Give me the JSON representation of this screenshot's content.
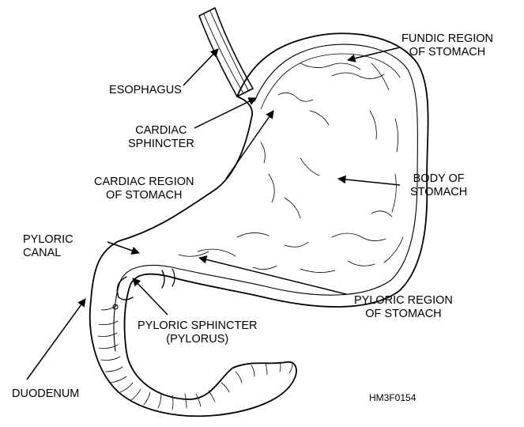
{
  "labels": {
    "esophagus": "ESOPHAGUS",
    "fundic_region": "FUNDIC REGION\nOF STOMACH",
    "cardiac_sphincter": "CARDIAC\nSPHINCTER",
    "cardiac_region": "CARDIAC REGION\nOF STOMACH",
    "body": "BODY OF\nSTOMACH",
    "pyloric_canal": "PYLORIC\nCANAL",
    "pyloric_region": "PYLORIC REGION\nOF STOMACH",
    "pyloric_sphincter": "PYLORIC SPHINCTER\n(PYLORUS)",
    "duodenum": "DUODENUM"
  },
  "figure_id": "HM3F0154"
}
